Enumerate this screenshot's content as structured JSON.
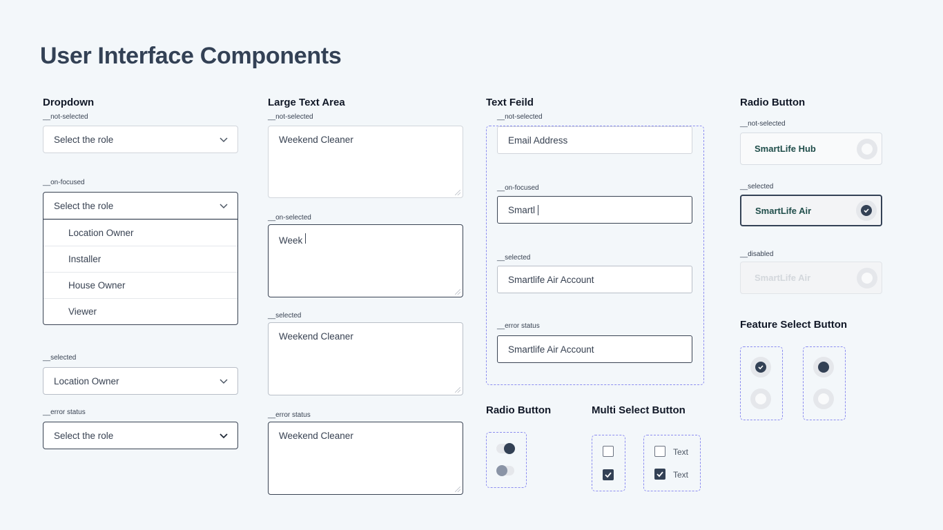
{
  "page_title": "User Interface Components",
  "dropdown": {
    "title": "Dropdown",
    "not_selected": {
      "label": "__not-selected",
      "value": "Select the role"
    },
    "on_focused": {
      "label": "__on-focused",
      "value": "Select the role",
      "options": [
        "Location Owner",
        "Installer",
        "House Owner",
        "Viewer"
      ]
    },
    "selected": {
      "label": "__selected",
      "value": "Location Owner"
    },
    "error": {
      "label": "__error status",
      "value": "Select the role"
    }
  },
  "textarea": {
    "title": "Large Text Area",
    "not_selected": {
      "label": "__not-selected",
      "value": "Weekend Cleaner"
    },
    "on_selected": {
      "label": "__on-selected",
      "value": "Week"
    },
    "selected": {
      "label": "__selected",
      "value": "Weekend Cleaner"
    },
    "error": {
      "label": "__error status",
      "value": "Weekend Cleaner"
    }
  },
  "textfield": {
    "title": "Text Feild",
    "not_selected": {
      "label": "__not-selected",
      "value": "Email Address"
    },
    "on_focused": {
      "label": "__on-focused",
      "value": "Smartl"
    },
    "selected": {
      "label": "__selected",
      "value": "Smartlife Air Account"
    },
    "error": {
      "label": "__error status",
      "value": "Smartlife Air Account"
    }
  },
  "radio_cards": {
    "title": "Radio Button",
    "not_selected": {
      "label": "__not-selected",
      "value": "SmartLife Hub"
    },
    "selected": {
      "label": "__selected",
      "value": "SmartLife Air"
    },
    "disabled": {
      "label": "__disabled",
      "value": "SmartLife Air"
    }
  },
  "feature_select": {
    "title": "Feature Select Button"
  },
  "radio_toggles": {
    "title": "Radio Button"
  },
  "multi_select": {
    "title": "Multi Select Button",
    "option_text_1": "Text",
    "option_text_2": "Text"
  },
  "icons": {
    "chevron": "chevron-down-icon",
    "check": "check-icon"
  },
  "colors": {
    "background": "#f3f7fa",
    "dark": "#334155",
    "dashed_border": "#8b8cf0",
    "brand_text": "#1f4d4a"
  }
}
